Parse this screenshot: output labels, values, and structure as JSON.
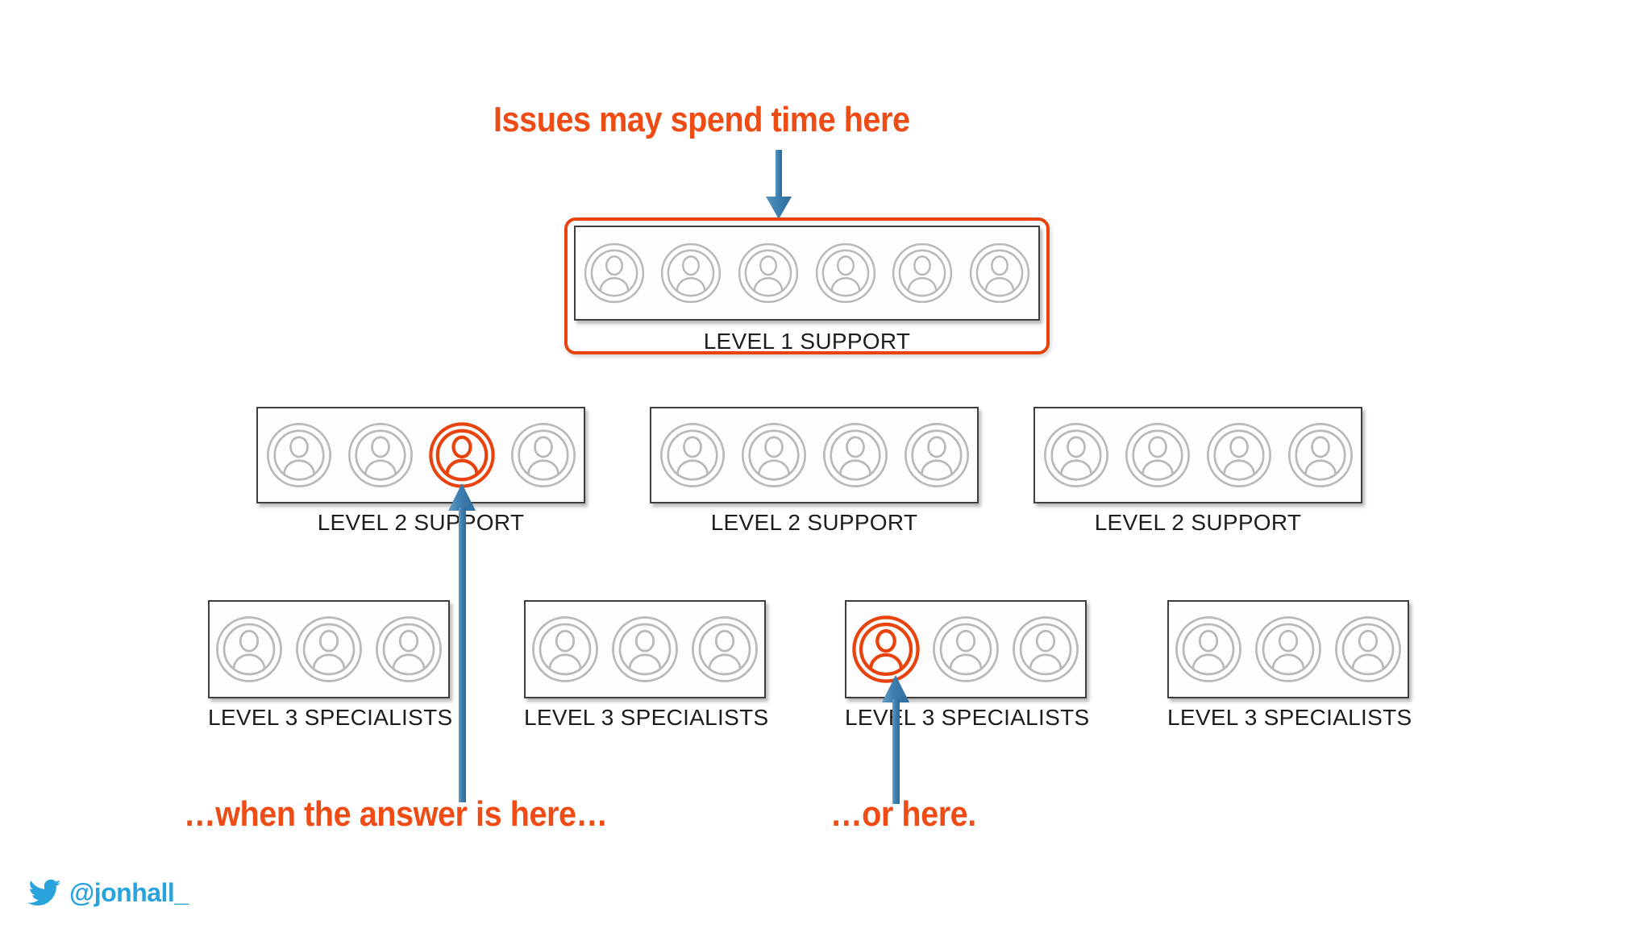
{
  "slide": {
    "headline": "Issues may spend time here",
    "caption_left": "…when the answer is here…",
    "caption_right": "…or here.",
    "accent_orange": "#e8430c",
    "accent_blue": "#3c7fb1",
    "icon_gray": "#b9b9b9",
    "twitter_blue": "#29a3dc"
  },
  "twitter": {
    "handle": "@jonhall_",
    "icon": "twitter-bird-icon"
  },
  "level1": {
    "label": "LEVEL 1 SUPPORT",
    "agent_count": 6,
    "highlighted_index": null,
    "group_highlighted": true
  },
  "level2": {
    "groups": [
      {
        "label": "LEVEL 2 SUPPORT",
        "agent_count": 4,
        "highlighted_index": 2
      },
      {
        "label": "LEVEL 2 SUPPORT",
        "agent_count": 4,
        "highlighted_index": null
      },
      {
        "label": "LEVEL 2 SUPPORT",
        "agent_count": 4,
        "highlighted_index": null
      }
    ]
  },
  "level3": {
    "groups": [
      {
        "label": "LEVEL 3 SPECIALISTS",
        "agent_count": 3,
        "highlighted_index": null
      },
      {
        "label": "LEVEL 3 SPECIALISTS",
        "agent_count": 3,
        "highlighted_index": null
      },
      {
        "label": "LEVEL 3 SPECIALISTS",
        "agent_count": 3,
        "highlighted_index": 0
      },
      {
        "label": "LEVEL 3 SPECIALISTS",
        "agent_count": 3,
        "highlighted_index": null
      }
    ]
  },
  "arrows": [
    {
      "name": "arrow-to-level1",
      "direction": "down",
      "color": "#3c7fb1"
    },
    {
      "name": "arrow-to-level2-agent",
      "direction": "up",
      "color": "#3c7fb1"
    },
    {
      "name": "arrow-to-level3-agent",
      "direction": "up",
      "color": "#3c7fb1"
    }
  ]
}
